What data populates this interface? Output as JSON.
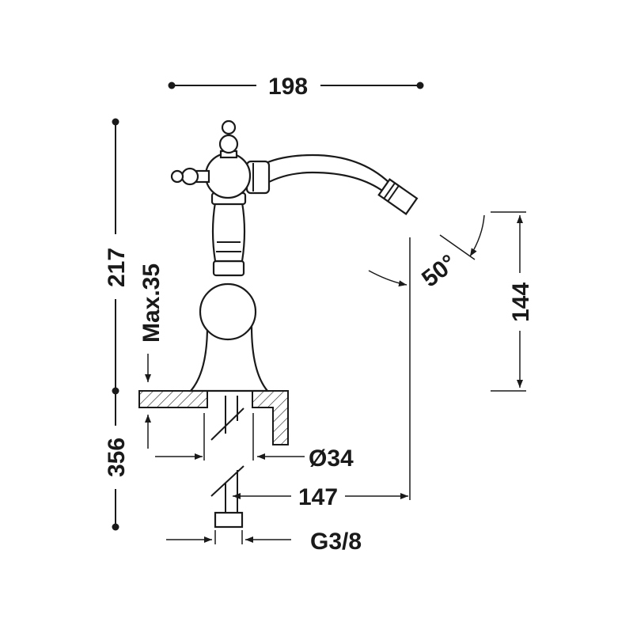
{
  "diagram": {
    "dimensions": {
      "overall_width": "198",
      "spout_height_top": "217",
      "overall_height": "356",
      "deck_thickness_max": "Max.35",
      "spout_height": "144",
      "spout_angle": "50°",
      "hole_diameter": "Ø34",
      "spout_reach": "147",
      "connection": "G3/8"
    }
  }
}
